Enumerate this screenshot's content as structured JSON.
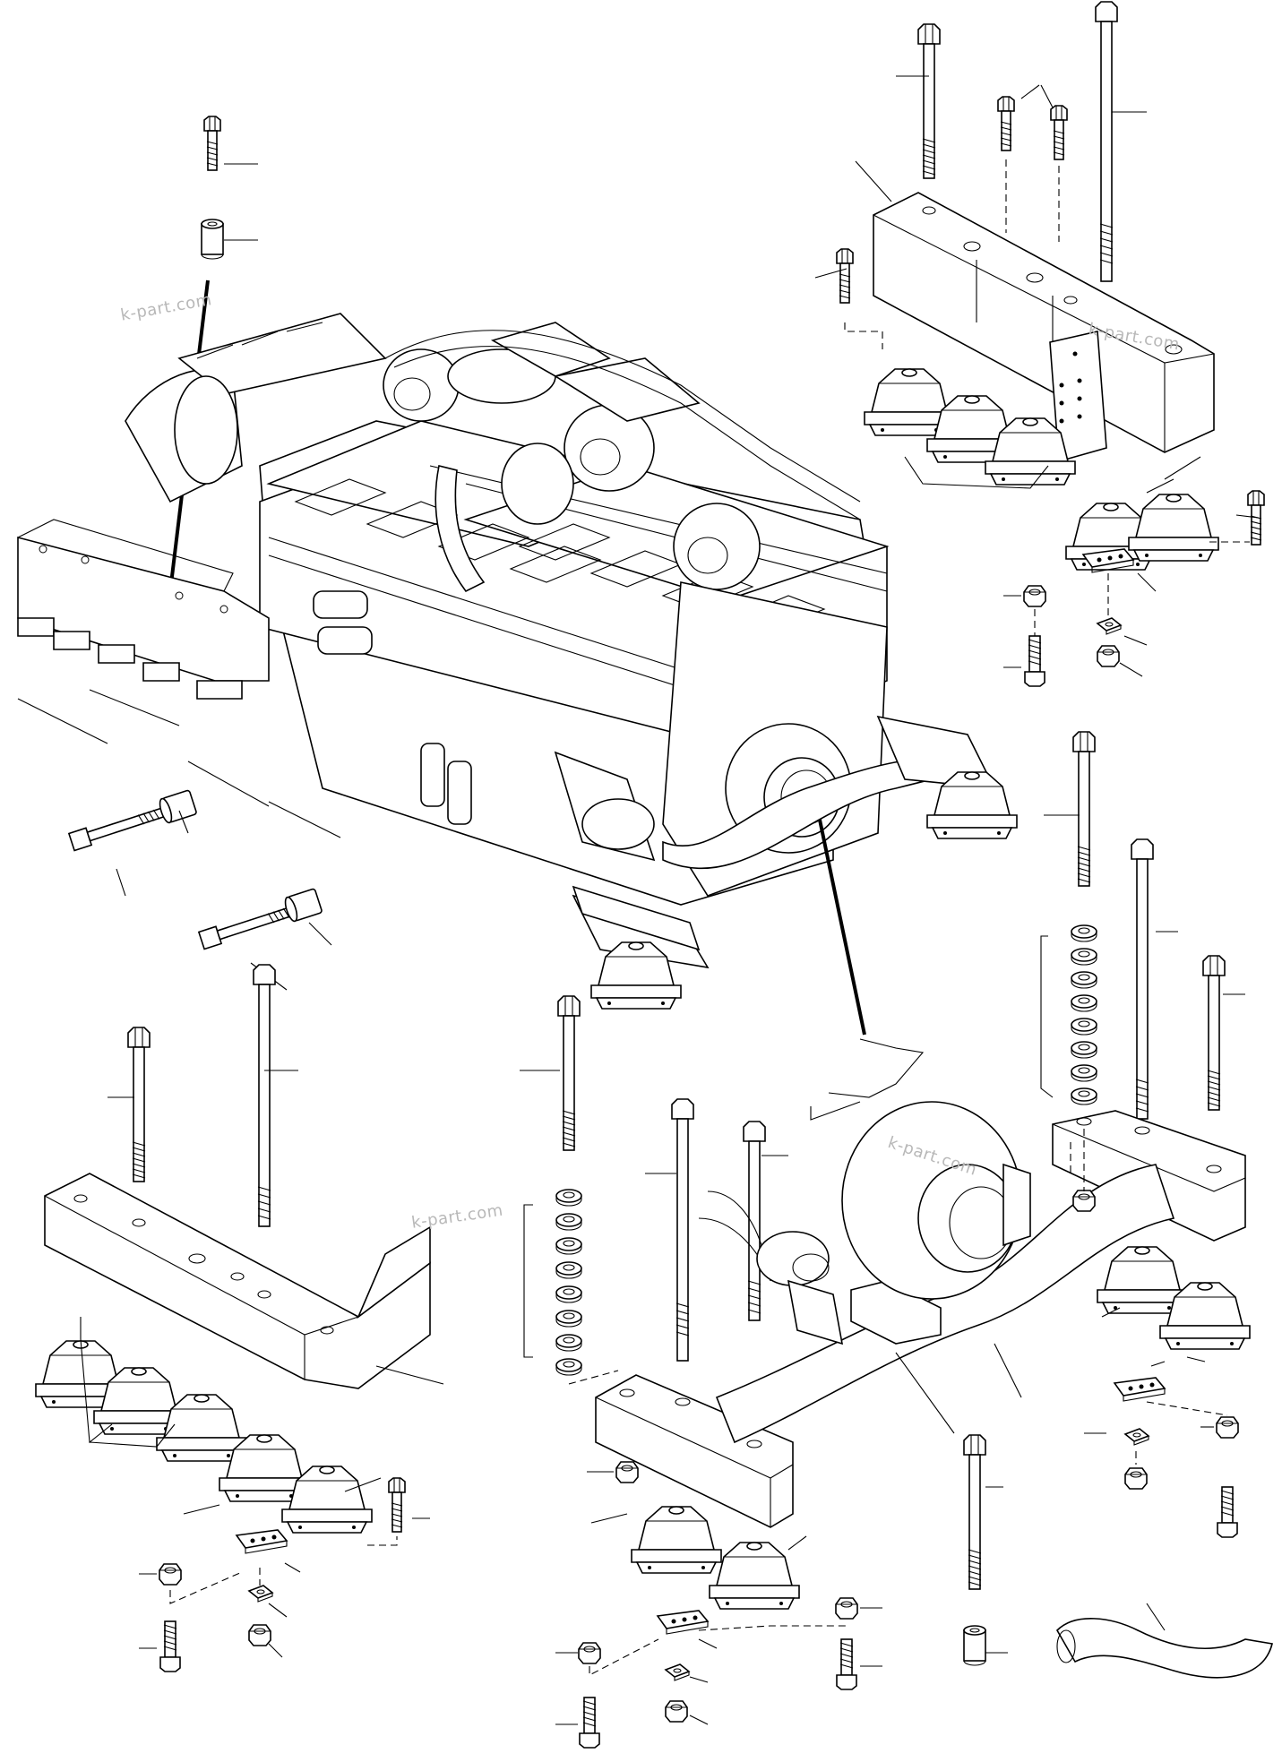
{
  "watermarks": [
    "k-part.com",
    "k-part.com",
    "k-part.com",
    "k-part.com"
  ],
  "icons": {
    "engine": "engine-icon",
    "bolt": "bolt-icon",
    "nut": "nut-icon",
    "washer": "washer-icon",
    "spacer": "spacer-icon",
    "mount": "rubber-mount-icon",
    "bracket": "bracket-icon",
    "hose": "hose-icon"
  }
}
